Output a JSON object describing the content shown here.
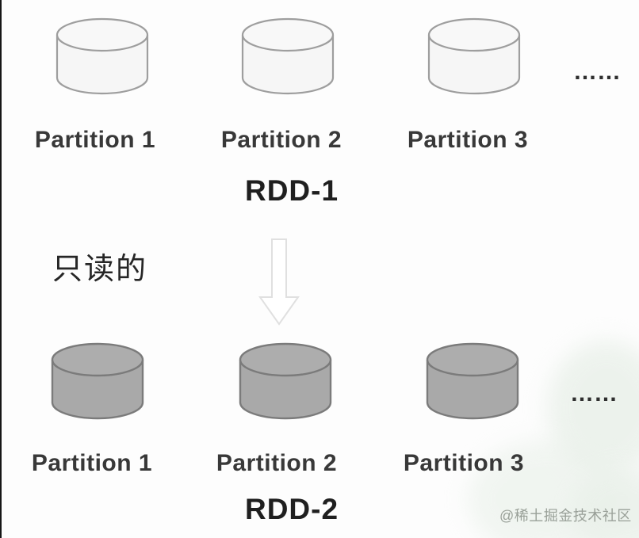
{
  "canvas": {
    "background": "#fdfdfd"
  },
  "colors": {
    "light_cylinder_fill": "#f6f6f6",
    "light_cylinder_top_fill": "#f8f8f8",
    "light_cylinder_stroke": "#9e9e9e",
    "gray_cylinder_fill": "#a9a9a9",
    "gray_cylinder_top_fill": "#adadad",
    "gray_cylinder_stroke": "#7b7b7b",
    "arrow_fill": "#ffffff",
    "arrow_stroke": "#e0e0e0",
    "partition_text_color": "#383838",
    "rdd_text_color": "#1f1f1f",
    "watermark_text_color": "#99a098",
    "watermark_pattern_green": "#e9f0e9"
  },
  "readonly_note": "只读的",
  "rdd1": {
    "name": "RDD-1",
    "partitions": [
      "Partition 1",
      "Partition 2",
      "Partition 3"
    ],
    "more": "……"
  },
  "rdd2": {
    "name": "RDD-2",
    "partitions": [
      "Partition 1",
      "Partition 2",
      "Partition 3"
    ],
    "more": "……"
  },
  "watermark": "@稀土掘金技术社区"
}
